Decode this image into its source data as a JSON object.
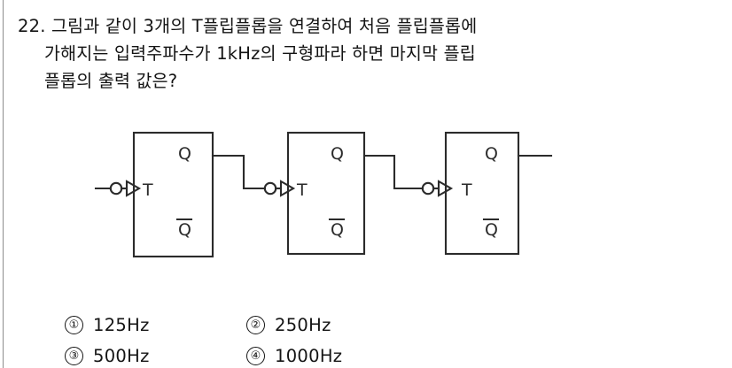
{
  "question": {
    "number": "22.",
    "lines": [
      "22. 그림과 같이 3개의 T플립플롭을 연결하여 처음 플립플롭에",
      "가해지는 입력주파수가 1kHz의 구형파라 하면 마지막 플립",
      "플롭의 출력 값은?"
    ]
  },
  "diagram": {
    "type": "t-flip-flop-chain",
    "flipflop_count": 3,
    "input_label": "",
    "flipflops": [
      {
        "name": "flip-flop-1",
        "t_label": "T",
        "q_label": "Q",
        "qbar_label": "Q"
      },
      {
        "name": "flip-flop-2",
        "t_label": "T",
        "q_label": "Q",
        "qbar_label": "Q"
      },
      {
        "name": "flip-flop-3",
        "t_label": "T",
        "q_label": "Q",
        "qbar_label": "Q"
      }
    ],
    "line_color": "#2b2b2b"
  },
  "choices": [
    {
      "marker": "①",
      "label": "125Hz"
    },
    {
      "marker": "②",
      "label": "250Hz"
    },
    {
      "marker": "③",
      "label": "500Hz"
    },
    {
      "marker": "④",
      "label": "1000Hz"
    }
  ]
}
